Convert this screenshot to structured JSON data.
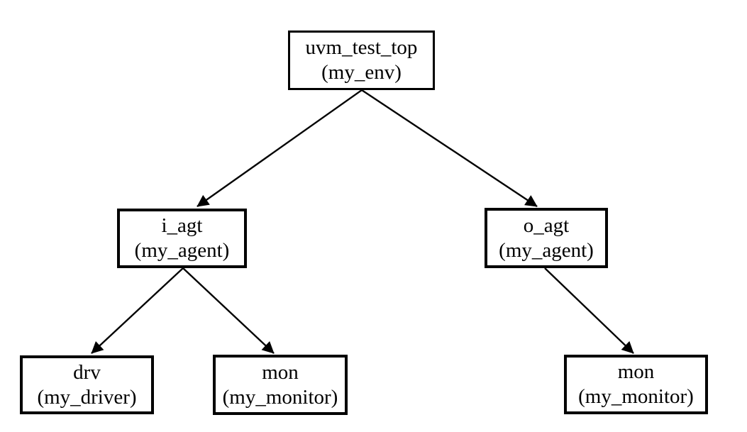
{
  "colors": {
    "background": "#ffffff",
    "node_fill": "#ffffff",
    "node_border": "#000000",
    "edge": "#000000",
    "text": "#000000"
  },
  "diagram": {
    "nodes": [
      {
        "id": "uvm_test_top",
        "instance": "uvm_test_top",
        "class_name": "(my_env)"
      },
      {
        "id": "i_agt",
        "instance": "i_agt",
        "class_name": "(my_agent)"
      },
      {
        "id": "o_agt",
        "instance": "o_agt",
        "class_name": "(my_agent)"
      },
      {
        "id": "drv",
        "instance": "drv",
        "class_name": "(my_driver)"
      },
      {
        "id": "mon_i",
        "instance": "mon",
        "class_name": "(my_monitor)"
      },
      {
        "id": "mon_o",
        "instance": "mon",
        "class_name": "(my_monitor)"
      }
    ],
    "edges": [
      {
        "from": "uvm_test_top",
        "to": "i_agt"
      },
      {
        "from": "uvm_test_top",
        "to": "o_agt"
      },
      {
        "from": "i_agt",
        "to": "drv"
      },
      {
        "from": "i_agt",
        "to": "mon_i"
      },
      {
        "from": "o_agt",
        "to": "mon_o"
      }
    ]
  }
}
